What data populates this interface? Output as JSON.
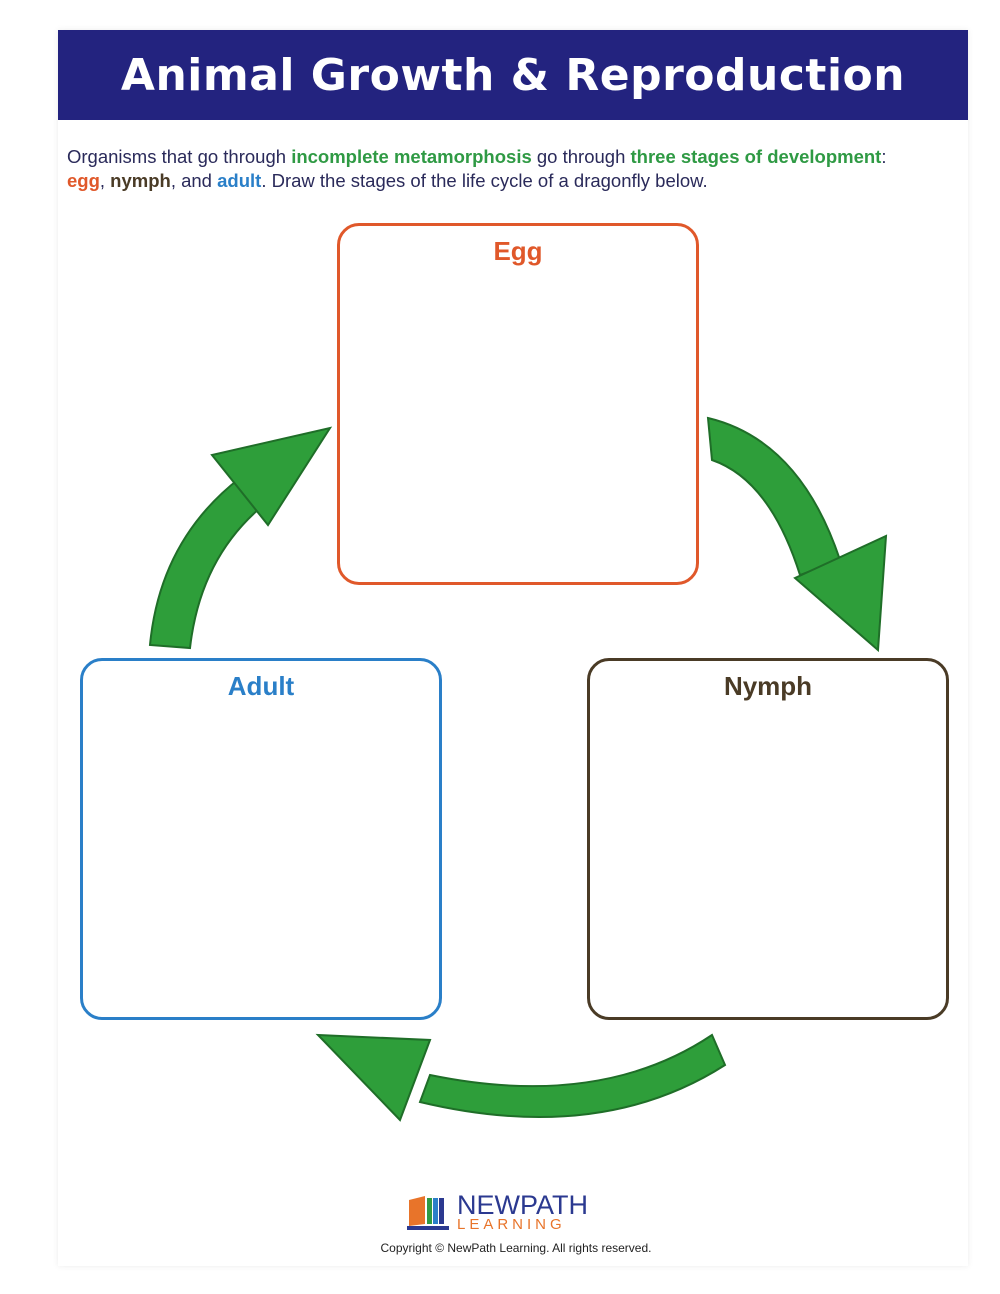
{
  "title": "Animal Growth & Reproduction",
  "intro": {
    "p1": "Organisms that go through ",
    "k1": "incomplete metamorphosis",
    "p2": " go through ",
    "k2": "three stages of development",
    "p3": ":",
    "egg": "egg",
    "sep1": ", ",
    "nymph": "nymph",
    "sep2": ", and ",
    "adult": "adult",
    "p4": ".  Draw the stages of the life cycle of a dragonfly below."
  },
  "stages": {
    "egg": "Egg",
    "nymph": "Nymph",
    "adult": "Adult"
  },
  "colors": {
    "header": "#23237f",
    "egg": "#e0582a",
    "nymph": "#4a3b26",
    "adult": "#2a7fc8",
    "arrow": "#2e9e3a"
  },
  "footer": {
    "logo_top": "NEWPATH",
    "logo_bottom": "LEARNING",
    "copyright": "Copyright © NewPath Learning.  All rights reserved."
  }
}
